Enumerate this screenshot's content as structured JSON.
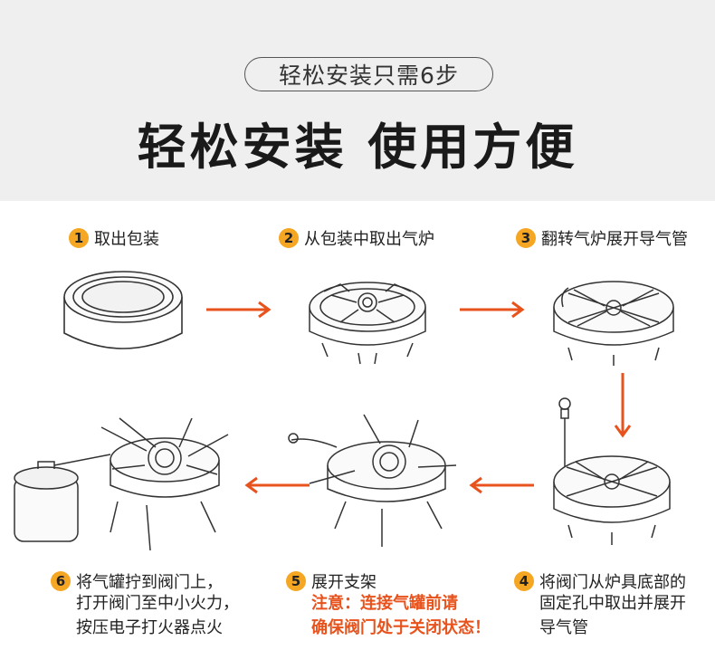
{
  "header": {
    "pill_text": "轻松安装只需6步",
    "headline": "轻松安装 使用方便"
  },
  "colors": {
    "accent_orange": "#e8521c",
    "badge_yellow": "#f5a623",
    "background": "#efefef",
    "panel": "#ffffff"
  },
  "steps": [
    {
      "num": "1",
      "label": "取出包装",
      "icon": "stove-case-illustration"
    },
    {
      "num": "2",
      "label": "从包装中取出气炉",
      "icon": "folded-stove-illustration"
    },
    {
      "num": "3",
      "label": "翻转气炉展开导气管",
      "icon": "flipped-stove-illustration"
    },
    {
      "num": "4",
      "label": "将阀门从炉具底部的",
      "lines": [
        "固定孔中取出并展开",
        "导气管"
      ],
      "icon": "stove-with-valve-illustration"
    },
    {
      "num": "5",
      "label": "展开支架",
      "warning": [
        "注意：连接气罐前请",
        "确保阀门处于关闭状态！"
      ],
      "icon": "stove-legs-open-illustration"
    },
    {
      "num": "6",
      "label": "将气罐拧到阀门上，",
      "lines": [
        "打开阀门至中小火力，",
        "按压电子打火器点火"
      ],
      "icon": "stove-with-canister-illustration"
    }
  ]
}
